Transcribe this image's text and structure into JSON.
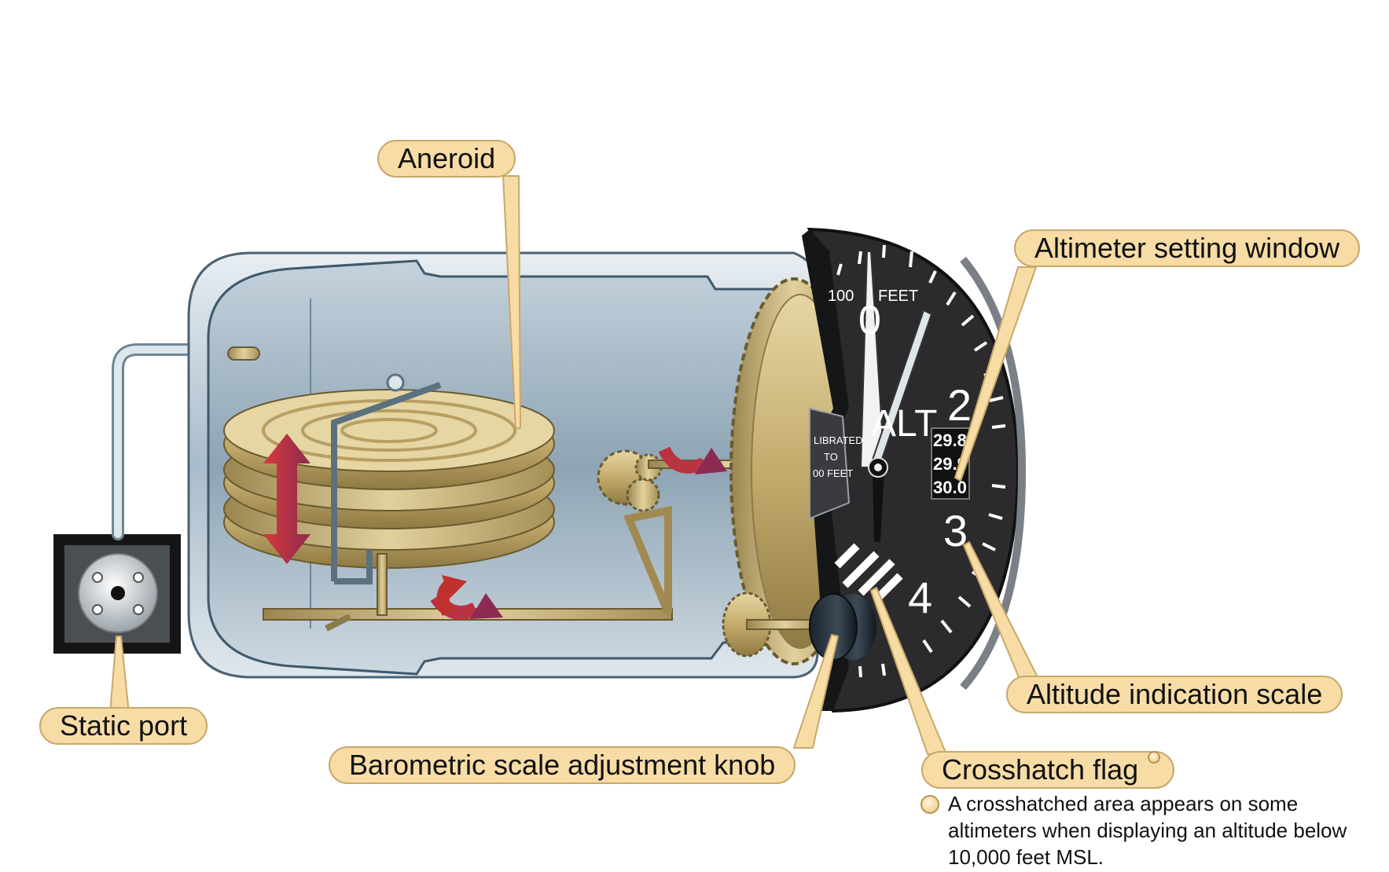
{
  "labels": {
    "aneroid": "Aneroid",
    "altimeter_setting_window": "Altimeter setting window",
    "altitude_indication_scale": "Altitude indication scale",
    "static_port": "Static port",
    "barometric_knob": "Barometric scale adjustment knob",
    "crosshatch_flag": "Crosshatch flag"
  },
  "footnote": "A crosshatched area appears on some altimeters when displaying an altitude below 10,000 feet MSL.",
  "dial": {
    "numerals": [
      "0",
      "2",
      "3",
      "4"
    ],
    "top_left_text": "100",
    "top_right_text": "FEET",
    "center_text": "ALT",
    "calibration_lines": [
      "LIBRATED",
      "TO",
      "00 FEET"
    ],
    "kollsman_values": [
      "29.8",
      "29.9",
      "30.0"
    ]
  },
  "colors": {
    "callout_fill": "#f7dca6",
    "callout_border": "#c9a86a",
    "brass": "#c8b27a",
    "casing": "#b9c9d4",
    "arrow_red": "#c0302e",
    "dial_face": "#2b2b2d"
  }
}
